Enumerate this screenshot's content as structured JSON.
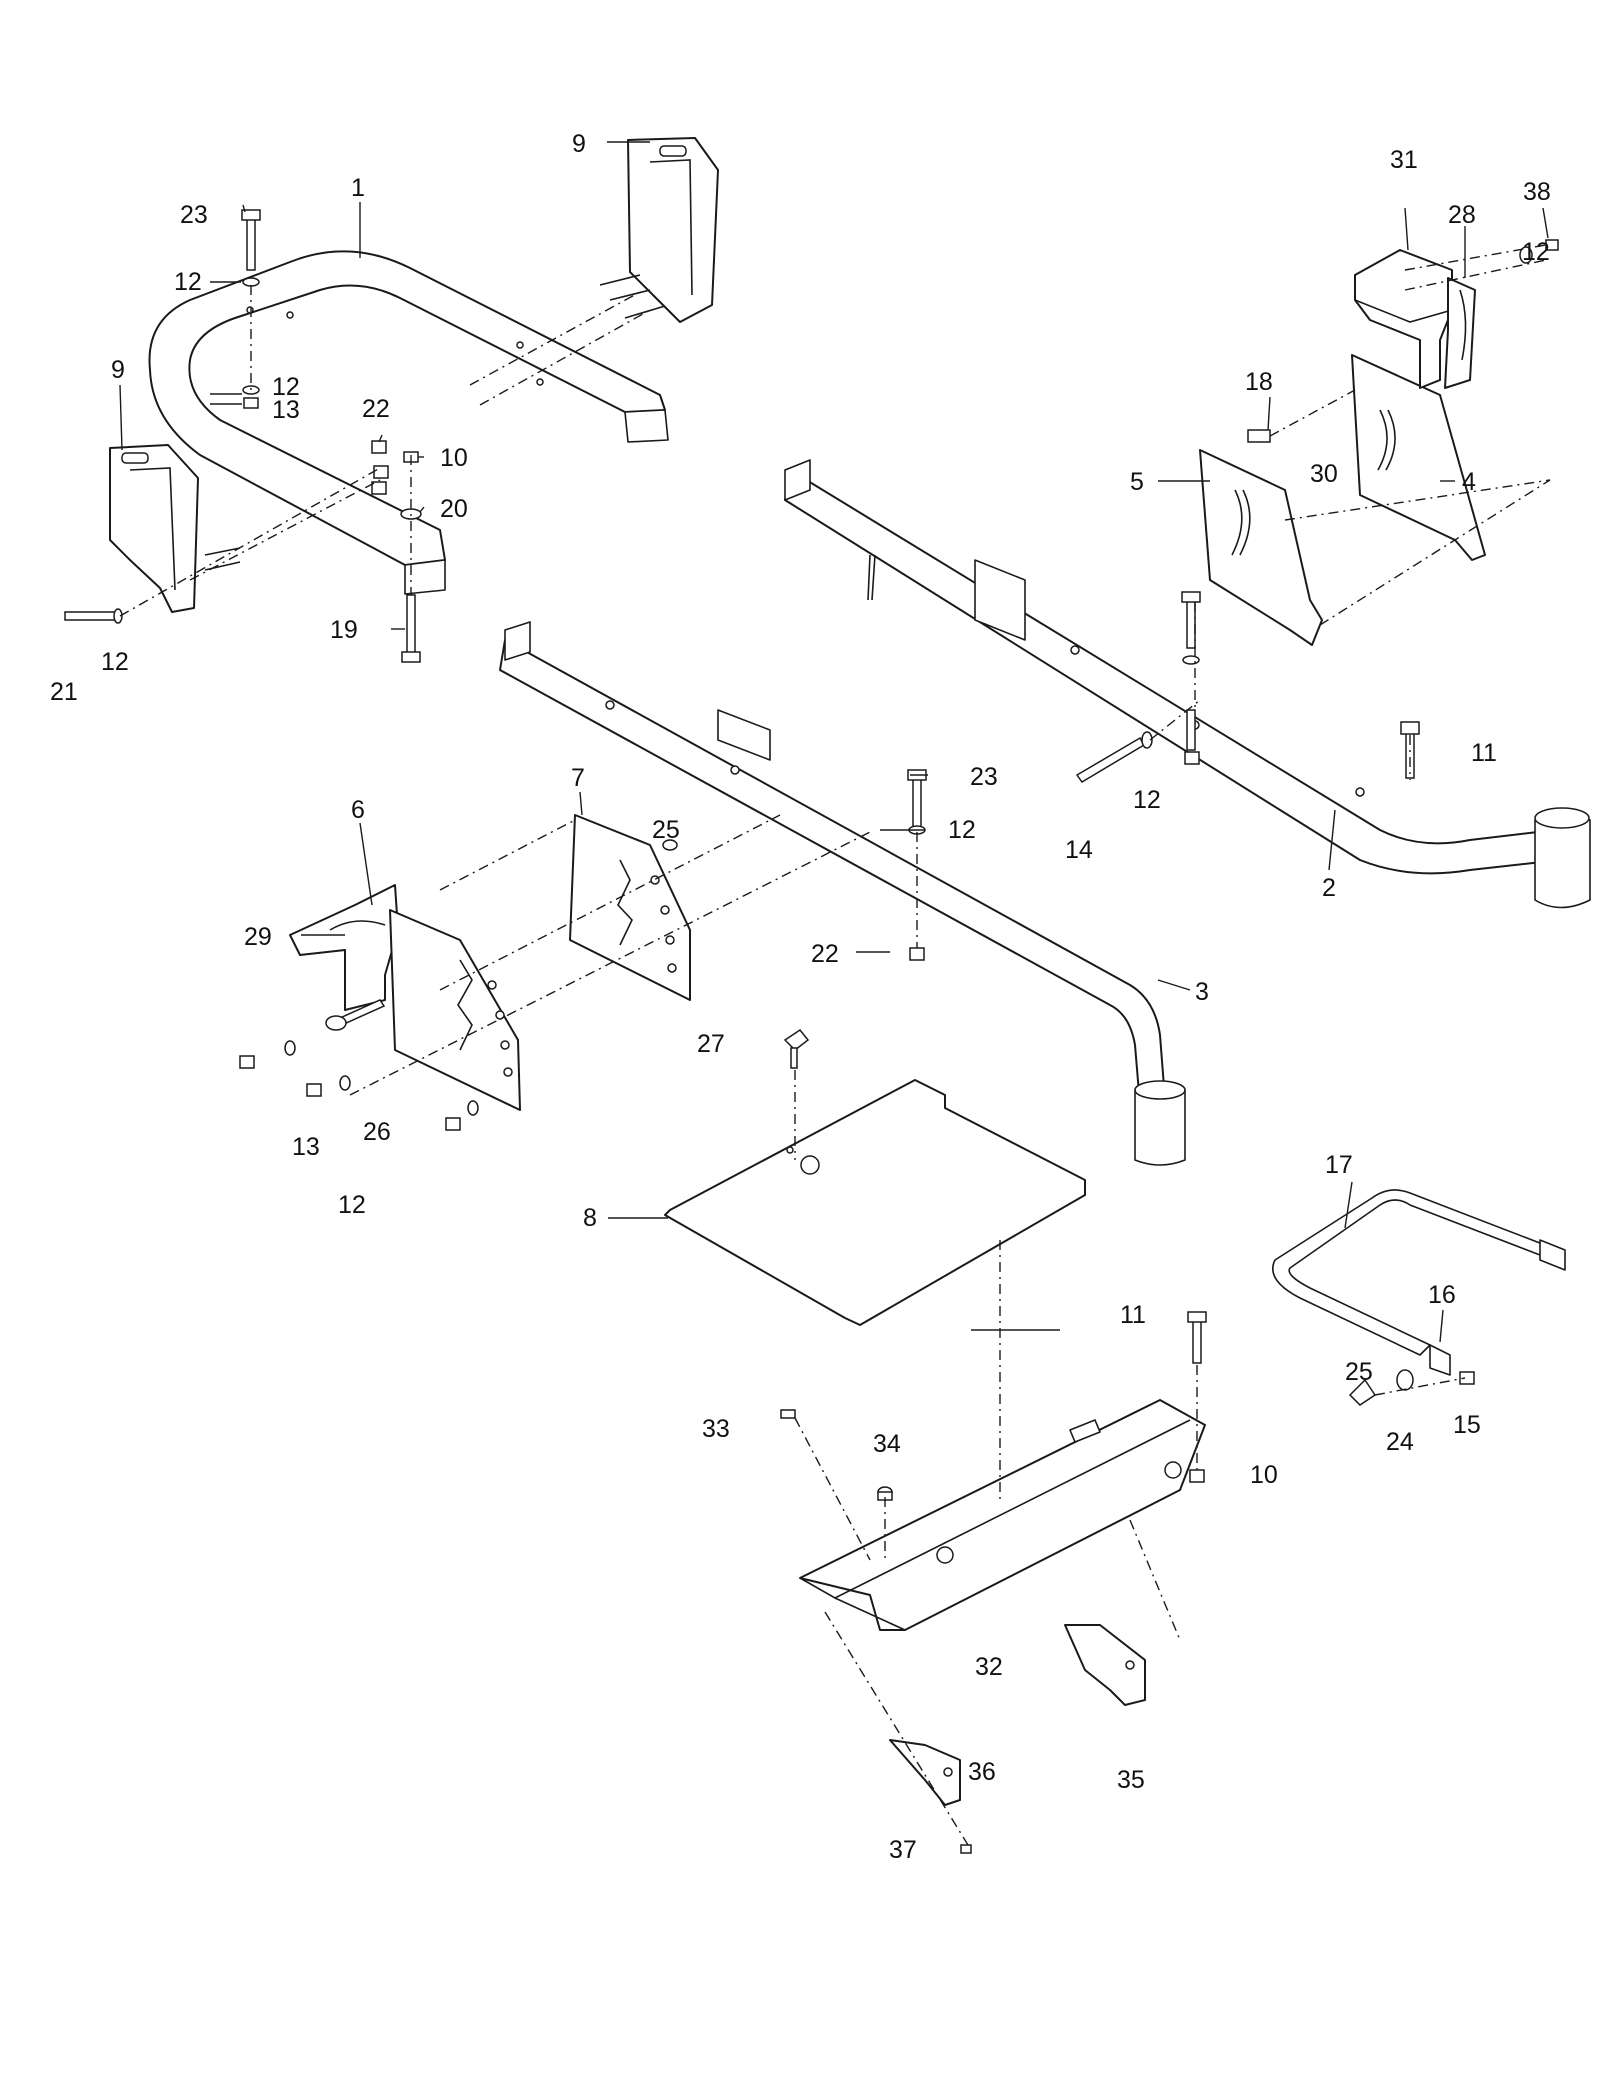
{
  "callouts": [
    {
      "id": "c1",
      "label": "1"
    },
    {
      "id": "c2",
      "label": "2"
    },
    {
      "id": "c3",
      "label": "3"
    },
    {
      "id": "c4",
      "label": "4"
    },
    {
      "id": "c5",
      "label": "5"
    },
    {
      "id": "c6",
      "label": "6"
    },
    {
      "id": "c7",
      "label": "7"
    },
    {
      "id": "c8",
      "label": "8"
    },
    {
      "id": "c9a",
      "label": "9"
    },
    {
      "id": "c9b",
      "label": "9"
    },
    {
      "id": "c10a",
      "label": "10"
    },
    {
      "id": "c10b",
      "label": "10"
    },
    {
      "id": "c11a",
      "label": "11"
    },
    {
      "id": "c11b",
      "label": "11"
    },
    {
      "id": "c12a",
      "label": "12"
    },
    {
      "id": "c12b",
      "label": "12"
    },
    {
      "id": "c12c",
      "label": "12"
    },
    {
      "id": "c12d",
      "label": "12"
    },
    {
      "id": "c12e",
      "label": "12"
    },
    {
      "id": "c12f",
      "label": "12"
    },
    {
      "id": "c12g",
      "label": "12"
    },
    {
      "id": "c13a",
      "label": "13"
    },
    {
      "id": "c13b",
      "label": "13"
    },
    {
      "id": "c14",
      "label": "14"
    },
    {
      "id": "c15",
      "label": "15"
    },
    {
      "id": "c16",
      "label": "16"
    },
    {
      "id": "c17",
      "label": "17"
    },
    {
      "id": "c18",
      "label": "18"
    },
    {
      "id": "c19",
      "label": "19"
    },
    {
      "id": "c20",
      "label": "20"
    },
    {
      "id": "c21",
      "label": "21"
    },
    {
      "id": "c22a",
      "label": "22"
    },
    {
      "id": "c22b",
      "label": "22"
    },
    {
      "id": "c23a",
      "label": "23"
    },
    {
      "id": "c23b",
      "label": "23"
    },
    {
      "id": "c24",
      "label": "24"
    },
    {
      "id": "c25a",
      "label": "25"
    },
    {
      "id": "c25b",
      "label": "25"
    },
    {
      "id": "c26",
      "label": "26"
    },
    {
      "id": "c27",
      "label": "27"
    },
    {
      "id": "c28",
      "label": "28"
    },
    {
      "id": "c29",
      "label": "29"
    },
    {
      "id": "c30",
      "label": "30"
    },
    {
      "id": "c31",
      "label": "31"
    },
    {
      "id": "c32",
      "label": "32"
    },
    {
      "id": "c33",
      "label": "33"
    },
    {
      "id": "c34",
      "label": "34"
    },
    {
      "id": "c35",
      "label": "35"
    },
    {
      "id": "c36",
      "label": "36"
    },
    {
      "id": "c37",
      "label": "37"
    },
    {
      "id": "c38",
      "label": "38"
    }
  ]
}
